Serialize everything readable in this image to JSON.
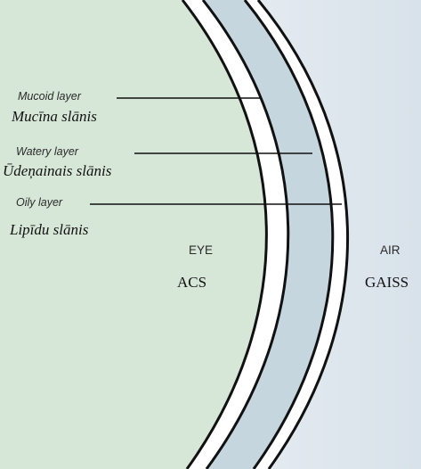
{
  "labels": {
    "mucoid_en": "Mucoid layer",
    "mucoid_lv": "Mucīna slānis",
    "watery_en": "Watery layer",
    "watery_lv": "Ūdeņainais slānis",
    "oily_en": "Oily layer",
    "oily_lv": "Lipīdu slānis"
  },
  "zones": {
    "eye_en": "EYE",
    "eye_lv": "ACS",
    "air_en": "AIR",
    "air_lv": "GAISS"
  },
  "colors": {
    "eye_fill": "#d7e7da",
    "air_fill_light": "#f5f8fb",
    "air_fill_dark": "#dce5ec",
    "watery_band": "#c3d4dd",
    "layer_line": "#111111"
  }
}
